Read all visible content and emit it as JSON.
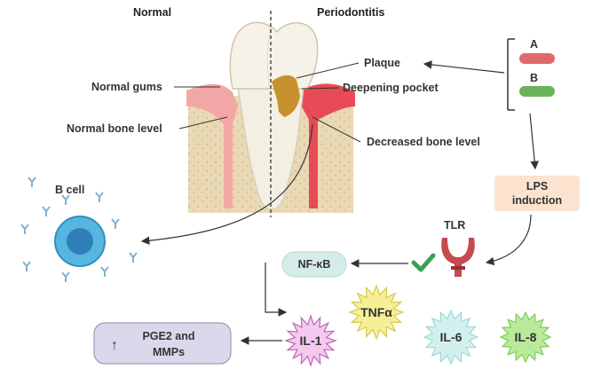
{
  "headers": {
    "normal": "Normal",
    "periodontitis": "Periodontitis"
  },
  "labels": {
    "normal_gums": "Normal gums",
    "normal_bone": "Normal bone level",
    "plaque": "Plaque",
    "pocket": "Deepening pocket",
    "decreased_bone": "Decreased bone level",
    "b_cell": "B cell",
    "tlr": "TLR"
  },
  "legend": [
    {
      "key": "A",
      "color": "#e06a6a"
    },
    {
      "key": "B",
      "color": "#6ab35a"
    }
  ],
  "boxes": {
    "lps_line1": "LPS",
    "lps_line2": "induction",
    "nfkb": "NF-κB",
    "pge_line1": "PGE2 and",
    "pge_line2": "MMPs",
    "pge_arrow": "↑"
  },
  "cytokines": [
    {
      "label": "IL-1",
      "color": "#f3c9ee",
      "stroke": "#c066b8"
    },
    {
      "label": "TNFα",
      "color": "#f7ef95",
      "stroke": "#d9c84a"
    },
    {
      "label": "IL-6",
      "color": "#d2f1ee",
      "stroke": "#9fd8d2"
    },
    {
      "label": "IL-8",
      "color": "#b9ea9a",
      "stroke": "#7fcb5c"
    }
  ],
  "colors": {
    "gum": "#f2a7a6",
    "gum_inflamed": "#e84b55",
    "bone": "#e8d8b4",
    "plaque": "#c8912f",
    "box_fill": "#d6ece8",
    "lps_fill": "#fce3cf",
    "check": "#3aa05a",
    "tlr": "#c44b50",
    "bcell": "#57b6e0"
  }
}
